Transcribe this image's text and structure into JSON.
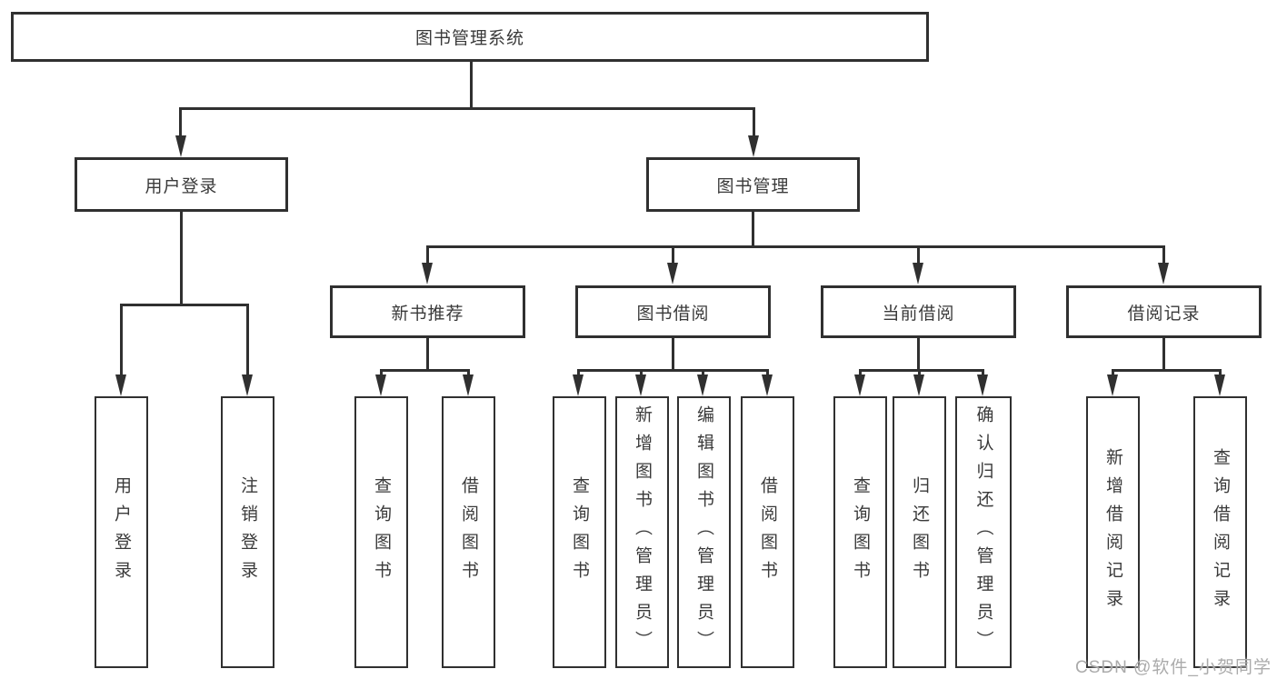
{
  "diagram": {
    "type": "tree",
    "tree": {
      "label": "图书管理系统",
      "children": [
        {
          "label": "用户登录",
          "children": [
            {
              "label": "用户登录"
            },
            {
              "label": "注销登录"
            }
          ]
        },
        {
          "label": "图书管理",
          "children": [
            {
              "label": "新书推荐",
              "children": [
                {
                  "label": "查询图书"
                },
                {
                  "label": "借阅图书"
                }
              ]
            },
            {
              "label": "图书借阅",
              "children": [
                {
                  "label": "查询图书"
                },
                {
                  "label": "新增图书（管理员）"
                },
                {
                  "label": "编辑图书（管理员）"
                },
                {
                  "label": "借阅图书"
                }
              ]
            },
            {
              "label": "当前借阅",
              "children": [
                {
                  "label": "查询图书"
                },
                {
                  "label": "归还图书"
                },
                {
                  "label": "确认归还（管理员）"
                }
              ]
            },
            {
              "label": "借阅记录",
              "children": [
                {
                  "label": "新增借阅记录"
                },
                {
                  "label": "查询借阅记录"
                }
              ]
            }
          ]
        }
      ]
    }
  },
  "watermark": {
    "text": "CSDN @软件_小贺同学"
  },
  "colors": {
    "line": "#303030",
    "box_border": "#303030",
    "box_fill": "#ffffff",
    "text": "#3a3a3a",
    "watermark": "#ababab",
    "background": "#ffffff"
  }
}
